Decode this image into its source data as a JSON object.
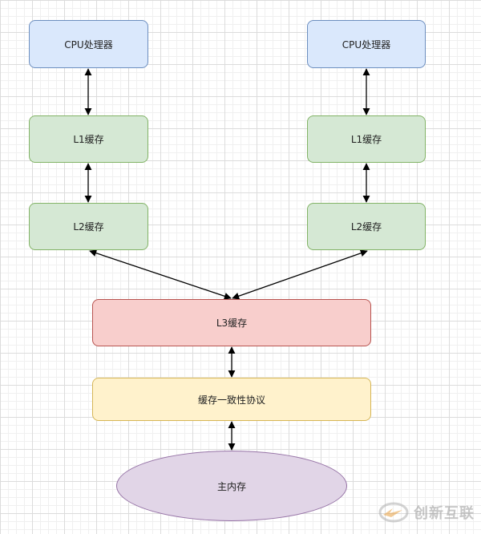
{
  "nodes": {
    "cpu_left": "CPU处理器",
    "cpu_right": "CPU处理器",
    "l1_left": "L1缓存",
    "l1_right": "L1缓存",
    "l2_left": "L2缓存",
    "l2_right": "L2缓存",
    "l3": "L3缓存",
    "coherence": "缓存一致性协议",
    "memory": "主内存"
  },
  "watermark": {
    "text": "创新互联"
  },
  "colors": {
    "cpu_fill": "#dae8fc",
    "l1_l2_fill": "#d5e8d4",
    "l3_fill": "#f8cecc",
    "coherence_fill": "#fff2cc",
    "memory_fill": "#e1d5e7",
    "edge": "#000000"
  }
}
